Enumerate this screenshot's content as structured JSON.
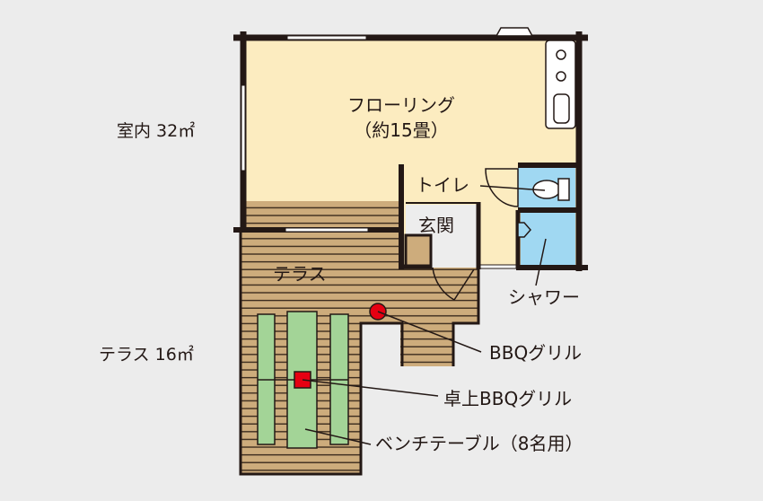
{
  "labels": {
    "indoor_area": "室内 32㎡",
    "terrace_area": "テラス 16㎡",
    "flooring": "フローリング",
    "flooring_size": "（約15畳）",
    "toilet": "トイレ",
    "entrance": "玄関",
    "terrace": "テラス",
    "shower": "シャワー",
    "bbq_grill": "BBQグリル",
    "tabletop_bbq_grill": "卓上BBQグリル",
    "bench_table": "ベンチテーブル（8名用）"
  },
  "colors": {
    "background": "#ececec",
    "floor": "#fcecc0",
    "terrace": "#cdac7c",
    "wet_room": "#a0d8f2",
    "bench": "#a3d497",
    "grill": "#e60012",
    "wall": "#231815"
  }
}
